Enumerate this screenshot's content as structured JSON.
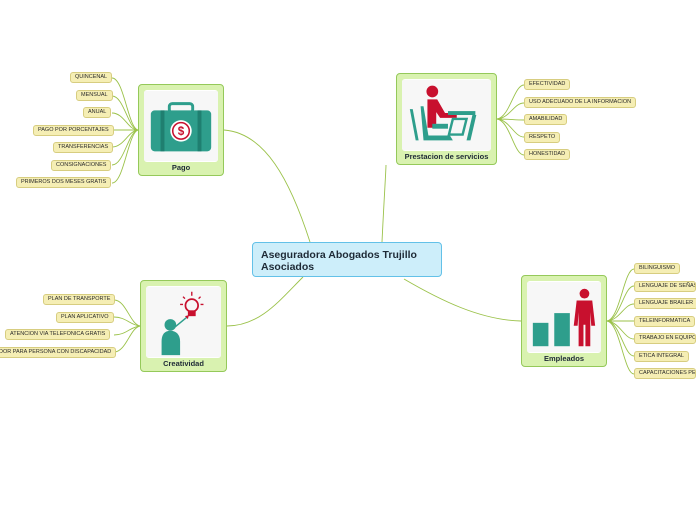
{
  "central": {
    "title": "Aseguradora Abogados Trujillo Asociados"
  },
  "nodes": {
    "pago": {
      "label": "Pago",
      "icon": "money-suitcase-icon",
      "items": [
        "QUINCENAL",
        "MENSUAL",
        "ANUAL",
        "PAGO POR PORCENTAJES",
        "TRANSFERENCIAS",
        "CONSIGNACIONES",
        "PRIMEROS DOS MESES GRATIS"
      ]
    },
    "prestacion": {
      "label": "Prestacion de servicios",
      "icon": "person-at-desk-icon",
      "items": [
        "EFECTIVIDAD",
        "USO ADECUADO DE LA INFORMACION",
        "AMABILIDAD",
        "RESPETO",
        "HONESTIDAD"
      ]
    },
    "creatividad": {
      "label": "Creatividad",
      "icon": "person-idea-bulb-icon",
      "items": [
        "PLAN DE TRANSPORTE",
        "PLAN APLICATIVO",
        "ATENCION VIA TELEFONICA GRATIS",
        "DOR PARA PERSONA CON DISCAPACIDAD"
      ]
    },
    "empleados": {
      "label": "Empleados",
      "icon": "businessman-growth-chart-icon",
      "items": [
        "BILINGUISMO",
        "LENGUAJE DE SEÑAS",
        "LENGUAJE BRAILER",
        "TELEINFORMATICA",
        "TRABAJO EN EQUIPO",
        "ETICA INTEGRAL",
        "CAPACITACIONES PE"
      ]
    }
  },
  "colors": {
    "central_fill": "#cdeefa",
    "central_border": "#63c1e8",
    "card_fill": "#d9f2b0",
    "card_border": "#95c95a",
    "chip_fill": "#f5eeb4",
    "chip_border": "#d7cd80",
    "teal": "#2e9e8c",
    "red": "#c8102e",
    "link": "#9bc24a"
  }
}
